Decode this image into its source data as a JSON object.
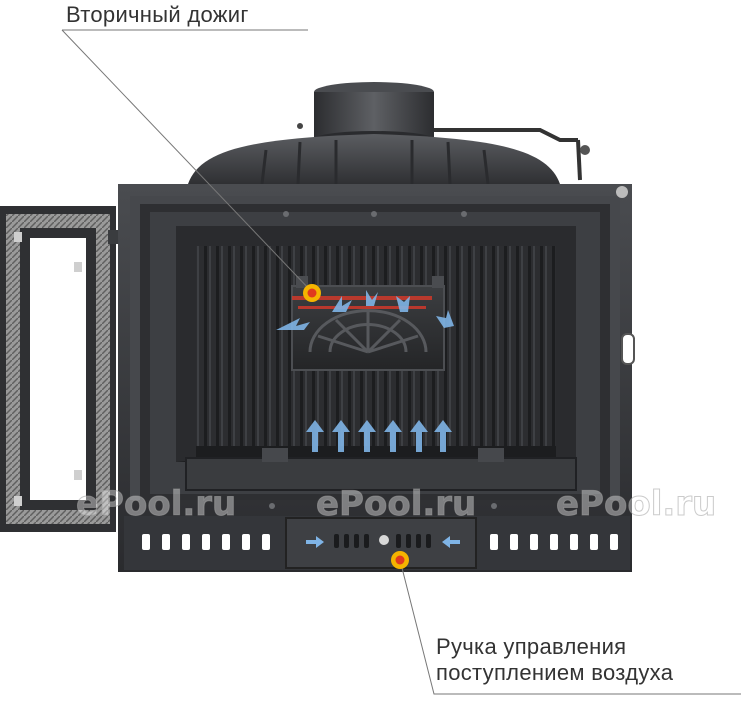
{
  "labels": {
    "secondary_burn": "Вторичный дожиг",
    "air_control_line1": "Ручка управления",
    "air_control_line2": "поступлением воздуха"
  },
  "watermark": {
    "text": "ePool.ru"
  },
  "colors": {
    "cast_iron": "#3a3c3f",
    "cast_iron_dark": "#1f2022",
    "cast_iron_light": "#5a5c60",
    "marker_outer": "#f5b400",
    "marker_inner": "#e03a1e",
    "air_arrow": "#7fb4e6",
    "hot_air": "#d0392b"
  }
}
